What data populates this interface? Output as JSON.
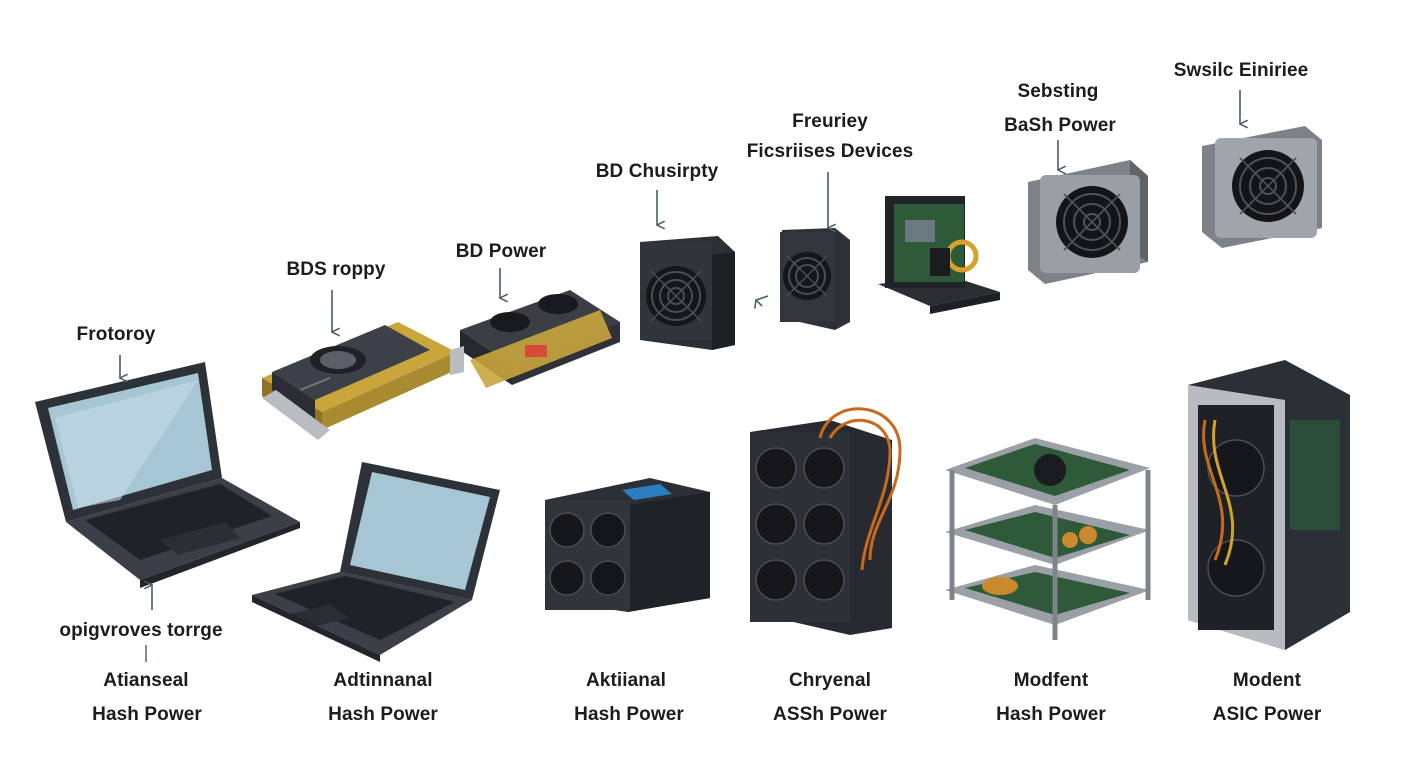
{
  "labels": {
    "laptop_top": "Frotoroy",
    "laptop_bottom": "opigvroves torrge",
    "gpu1": "BDS roppy",
    "gpu2": "BD Power",
    "box_miner": "BD Chusirpty",
    "small_fan_line1": "Freuriey",
    "small_fan_line2": "Ficsriises Devices",
    "fan_unit_line1": "Sebsting",
    "fan_unit_line2": "BaSh Power",
    "top_right_unit": "Swsilc Einiriee"
  },
  "bottom_labels": [
    {
      "line1": "Atianseal",
      "line2": "Hash Power"
    },
    {
      "line1": "Adtinnanal",
      "line2": "Hash Power"
    },
    {
      "line1": "Aktiianal",
      "line2": "Hash Power"
    },
    {
      "line1": "Chryenal",
      "line2": "ASSh Power"
    },
    {
      "line1": "Modfent",
      "line2": "Hash Power"
    },
    {
      "line1": "Modent",
      "line2": "ASIC Power"
    }
  ],
  "colors": {
    "device_dark": "#2b2f36",
    "device_grey": "#8e9399",
    "screen_blue": "#9fbfcf",
    "gpu_gold": "#c9a53c",
    "pcb_green": "#2e5a3a",
    "arrow": "#4d5a6a"
  }
}
